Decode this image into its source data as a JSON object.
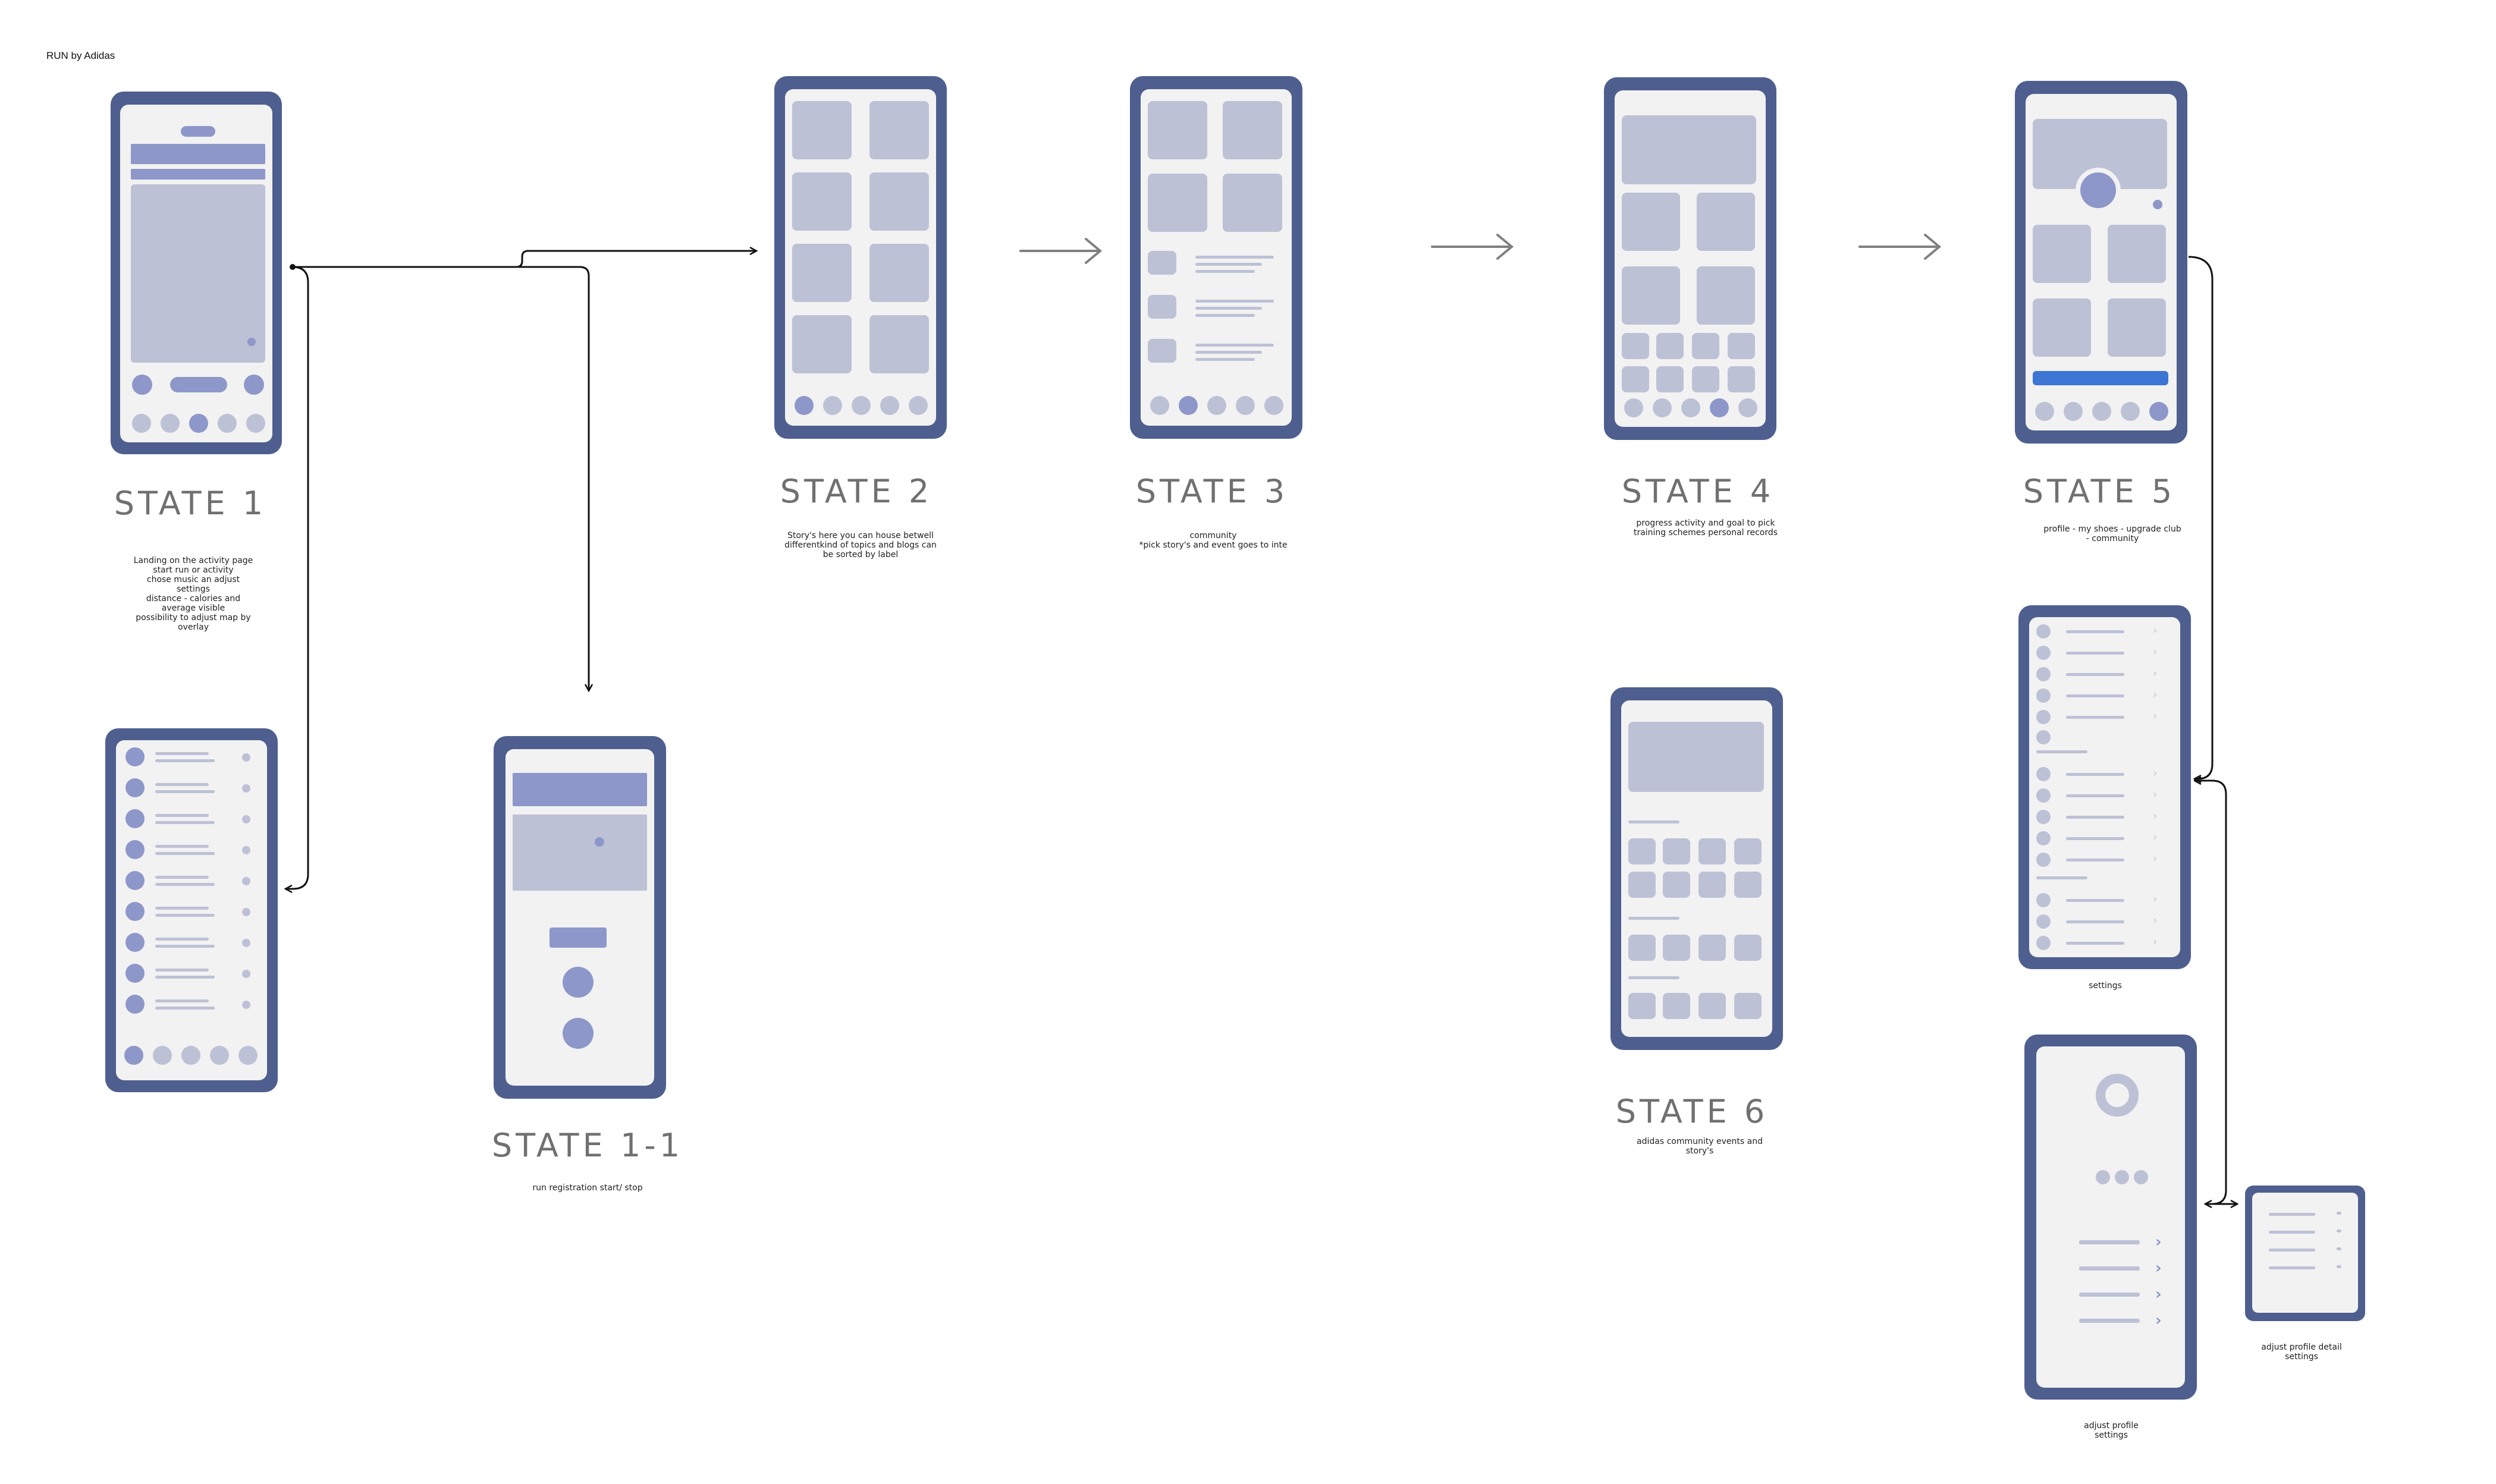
{
  "brand": "RUN by Adidas",
  "states": [
    {
      "key": "state1",
      "title": "STATE 1",
      "desc": "Landing on the activity page\nstart run or activity\nchose music an adjust\nsettings\ndistance - calories and\naverage visible\npossibility to adjust map by\noverlay"
    },
    {
      "key": "state1_1",
      "title": "STATE 1-1",
      "desc": "run registration start/ stop"
    },
    {
      "key": "state2",
      "title": "STATE 2",
      "desc": "Story's here you can house betwell\ndifferentkind of topics and blogs can\nbe sorted by label"
    },
    {
      "key": "state3",
      "title": "STATE 3",
      "desc": "community\n*pick story's and event goes to inte"
    },
    {
      "key": "state4",
      "title": "STATE 4",
      "desc": "progress activity and goal to pick\ntraining schemes personal records"
    },
    {
      "key": "state5",
      "title": "STATE 5",
      "desc": "profile - my shoes  - upgrade club\n- community"
    },
    {
      "key": "state6",
      "title": "STATE 6",
      "desc": "adidas community events and\nstory's"
    }
  ],
  "captions": {
    "settings": "settings",
    "adjust_profile": "adjust profile\nsettings",
    "adjust_profile_detail": "adjust profile detail\nsettings"
  },
  "colors": {
    "frame": "#4e5f8f",
    "screen": "#f2f2f2",
    "placeholder": "#bdc1d6",
    "accent": "#8e97c9",
    "primary_button": "#3d75d4",
    "arrow": "#808080"
  }
}
